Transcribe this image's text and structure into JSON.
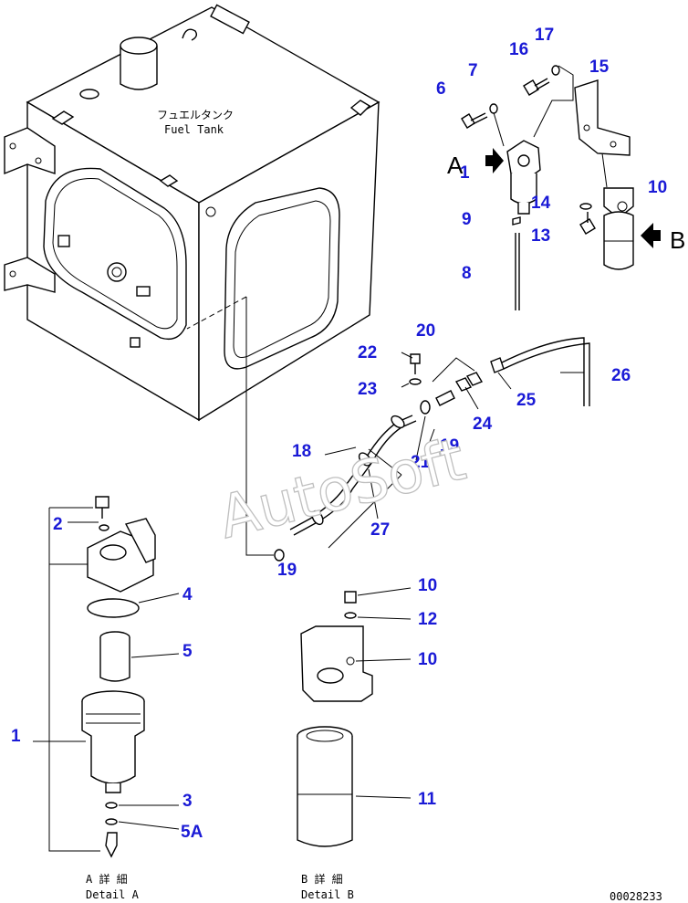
{
  "tank": {
    "label_jp": "フュエルタンク",
    "label_en": "Fuel Tank"
  },
  "views": [
    {
      "letter": "A"
    },
    {
      "letter": "B"
    }
  ],
  "callouts": [
    {
      "number": "1"
    },
    {
      "number": "6"
    },
    {
      "number": "7"
    },
    {
      "number": "8"
    },
    {
      "number": "9"
    },
    {
      "number": "10"
    },
    {
      "number": "13"
    },
    {
      "number": "14"
    },
    {
      "number": "15"
    },
    {
      "number": "16"
    },
    {
      "number": "17"
    },
    {
      "number": "18"
    },
    {
      "number": "19"
    },
    {
      "number": "19"
    },
    {
      "number": "20"
    },
    {
      "number": "21"
    },
    {
      "number": "22"
    },
    {
      "number": "23"
    },
    {
      "number": "24"
    },
    {
      "number": "25"
    },
    {
      "number": "26"
    },
    {
      "number": "27"
    },
    {
      "number": "2"
    },
    {
      "number": "4"
    },
    {
      "number": "5"
    },
    {
      "number": "1"
    },
    {
      "number": "3"
    },
    {
      "number": "5A"
    },
    {
      "number": "10"
    },
    {
      "number": "12"
    },
    {
      "number": "10"
    },
    {
      "number": "11"
    }
  ],
  "details": [
    {
      "title_jp": "A 詳 細",
      "title_en": "Detail A"
    },
    {
      "title_jp": "B 詳 細",
      "title_en": "Detail B"
    }
  ],
  "watermark": "AutoSoft",
  "drawing_number": "00028233"
}
